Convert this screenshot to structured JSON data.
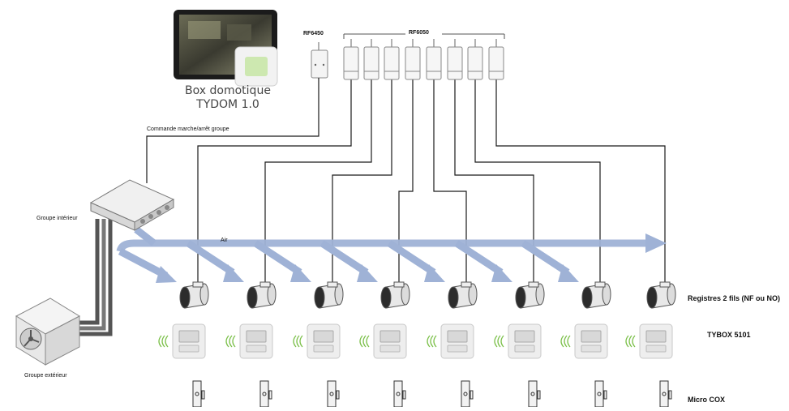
{
  "title_box": {
    "line1": "Box domotique",
    "line2": "TYDOM 1.0"
  },
  "labels": {
    "rf6450": "RF6450",
    "rf6050": "RF6050",
    "commande": "Commande marche/arrêt groupe",
    "groupe_interieur": "Groupe intérieur",
    "groupe_exterieur": "Groupe extérieur",
    "air": "Air",
    "registres": "Registres 2 fils (NF ou NO)",
    "tybox": "TYBOX 5101",
    "micro_cox": "Micro COX"
  },
  "zone_count": 8,
  "colors": {
    "wire": "#1a1a1a",
    "air_arrow": "#9fb2d6",
    "wave": "#7cc04a",
    "device": "#e8e8e8"
  }
}
